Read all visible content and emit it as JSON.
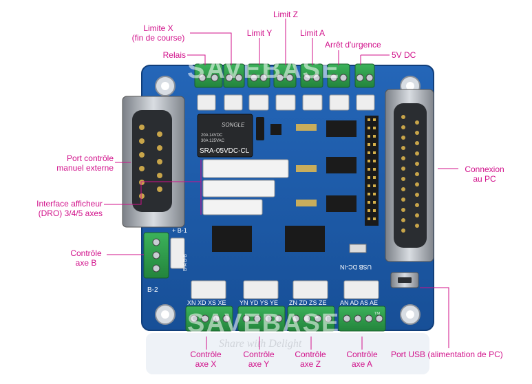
{
  "colors": {
    "accent": "#d1108a",
    "board": "#1d5aa8",
    "terminal": "#2e9e47",
    "connector": "#e8e8e8"
  },
  "watermark": {
    "brand": "SAVEBASE",
    "trademark": "™",
    "slogan": "Share with Delight"
  },
  "board": {
    "relay_text": [
      "SONGLE",
      "20A 14VDC",
      "30A 125VAC",
      "SRA-05VDC-CL"
    ],
    "silk_b2": "B-2",
    "silk_b1": "+ B-1",
    "silk_b_pins": "B-A B-B",
    "silk_usb": "USB DC-IN",
    "silk_axes": [
      "XN XD XS XE",
      "YN YD YS YE",
      "ZN ZD ZS ZE",
      "AN AD AS AE"
    ]
  },
  "labels": {
    "limite_x": [
      "Limite X",
      "(fin de course)"
    ],
    "limit_z": "Limit Z",
    "limit_y": "Limit Y",
    "limit_a": "Limit A",
    "arret": "Arrêt d'urgence",
    "relais": "Relais",
    "v5": "5V DC",
    "port_manuel": [
      "Port contrôle",
      "manuel externe"
    ],
    "connexion_pc": [
      "Connexion",
      "au PC"
    ],
    "interface_dro": [
      "Interface afficheur",
      "(DRO) 3/4/5 axes"
    ],
    "controle_b": [
      "Contrôle",
      "axe B"
    ],
    "controle_x": [
      "Contrôle",
      "axe X"
    ],
    "controle_y": [
      "Contrôle",
      "axe Y"
    ],
    "controle_z": [
      "Contrôle",
      "axe Z"
    ],
    "controle_a": [
      "Contrôle",
      "axe A"
    ],
    "port_usb": "Port USB (alimentation de PC)"
  }
}
